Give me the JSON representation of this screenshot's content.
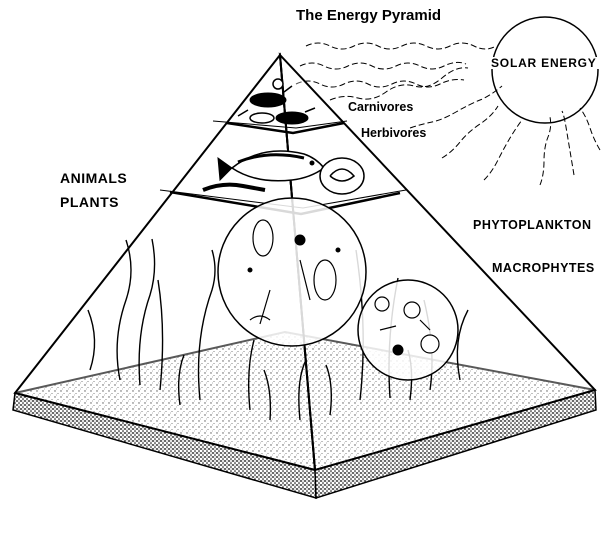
{
  "title": "The Energy Pyramid",
  "labels": {
    "solar_energy": "SOLAR ENERGY",
    "carnivores": "Carnivores",
    "herbivores": "Herbivores",
    "animals": "ANIMALS",
    "plants": "PLANTS",
    "phytoplankton": "PHYTOPLANKTON",
    "macrophytes": "MACROPHYTES"
  },
  "colors": {
    "ink": "#000000",
    "paper": "#ffffff"
  }
}
